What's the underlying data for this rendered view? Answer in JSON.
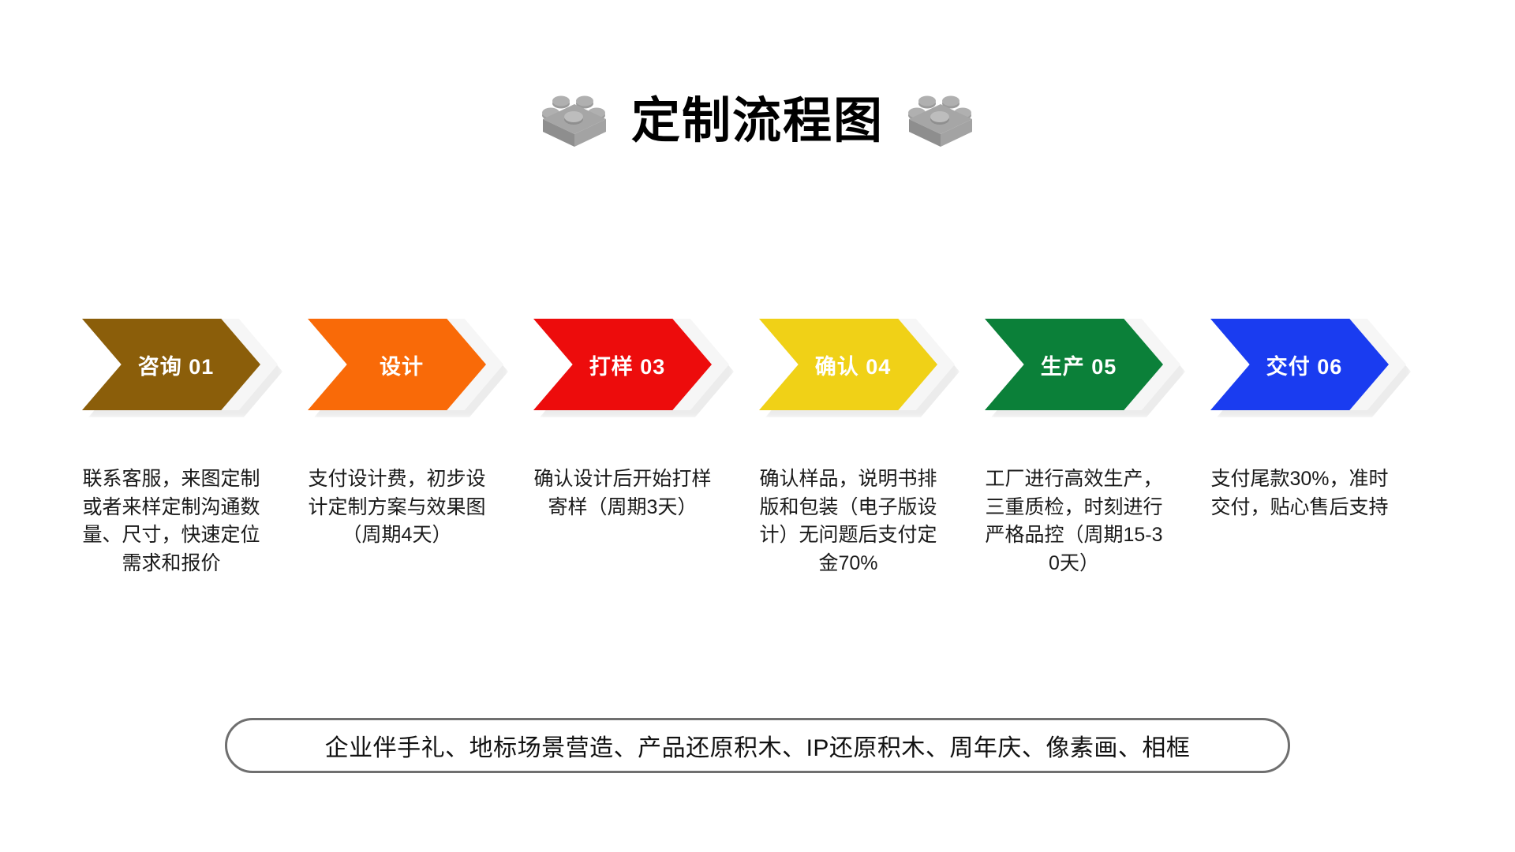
{
  "header": {
    "title": "定制流程图",
    "left_icon": "lego-brick-icon",
    "right_icon": "lego-brick-icon"
  },
  "flow": {
    "steps": [
      {
        "label": "咨询 01",
        "name": "咨询",
        "number": "01",
        "color": "#8B5E0A",
        "description": "联系客服，来图定制或者来样定制沟通数量、尺寸，快速定位需求和报价"
      },
      {
        "label": "设计",
        "name": "设计",
        "number": "",
        "color": "#F96A08",
        "description": "支付设计费，初步设计定制方案与效果图（周期4天）"
      },
      {
        "label": "打样 03",
        "name": "打样",
        "number": "03",
        "color": "#ED0C0C",
        "description": "确认设计后开始打样寄样（周期3天）"
      },
      {
        "label": "确认 04",
        "name": "确认",
        "number": "04",
        "color": "#F0D117",
        "description": "确认样品，说明书排版和包装（电子版设计）无问题后支付定金70%"
      },
      {
        "label": "生产 05",
        "name": "生产",
        "number": "05",
        "color": "#0B8039",
        "description": "工厂进行高效生产，三重质检，时刻进行严格品控（周期15-30天）"
      },
      {
        "label": "交付 06",
        "name": "交付",
        "number": "06",
        "color": "#1A3CF0",
        "description": "支付尾款30%，准时交付，贴心售后支持"
      }
    ]
  },
  "banner": {
    "text": "企业伴手礼、地标场景营造、产品还原积木、IP还原积木、周年庆、像素画、相框",
    "border_color": "#6F6F6F"
  }
}
